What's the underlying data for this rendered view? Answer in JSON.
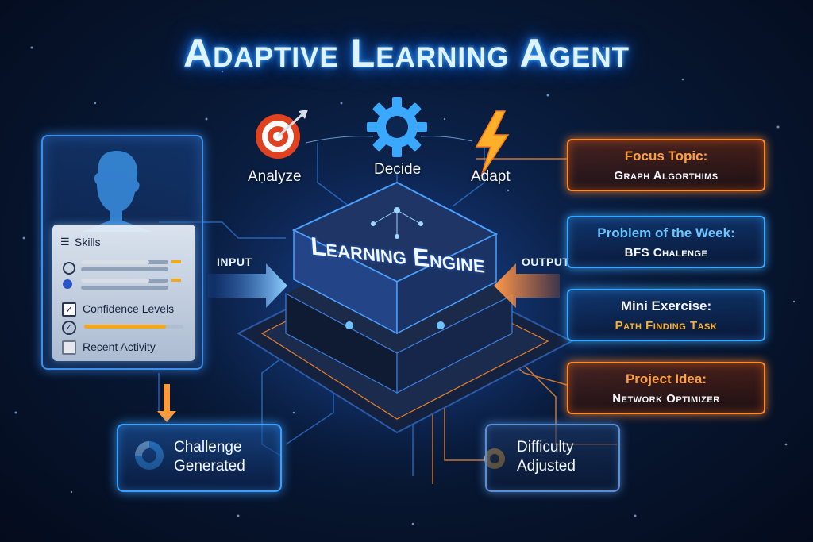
{
  "title": "Adaptive Learning Agent",
  "user_panel": {
    "skills_label": "Skills",
    "confidence_label": "Confidence Levels",
    "recent_activity_label": "Recent Activity",
    "skill_bars": [
      0.78,
      0.78
    ],
    "confidence_level": 0.82
  },
  "actions": [
    {
      "label": "Analyze",
      "icon": "target-icon"
    },
    {
      "label": "Decide",
      "icon": "gear-icon"
    },
    {
      "label": "Adapt",
      "icon": "lightning-icon"
    }
  ],
  "flow": {
    "input_label": "INPUT",
    "output_label": "OUTPUT"
  },
  "engine": {
    "label": "Learning Engine"
  },
  "outputs": [
    {
      "heading": "Focus Topic:",
      "value": "Graph Algorthims",
      "color": "orange"
    },
    {
      "heading": "Problem of the Week:",
      "value": "BFS Chalenge",
      "color": "blue"
    },
    {
      "heading": "Mini Exercise:",
      "value": "Path Finding Task",
      "color": "blue"
    },
    {
      "heading": "Project Idea:",
      "value": "Network Optimizer",
      "color": "orange"
    }
  ],
  "results": {
    "challenge": {
      "line1": "Challenge",
      "line2": "Generated"
    },
    "difficulty": {
      "line1": "Difficulty",
      "line2": "Adjusted"
    }
  },
  "colors": {
    "accent_blue": "#3aa8ff",
    "accent_orange": "#ff8a2a",
    "background": "#081936"
  }
}
